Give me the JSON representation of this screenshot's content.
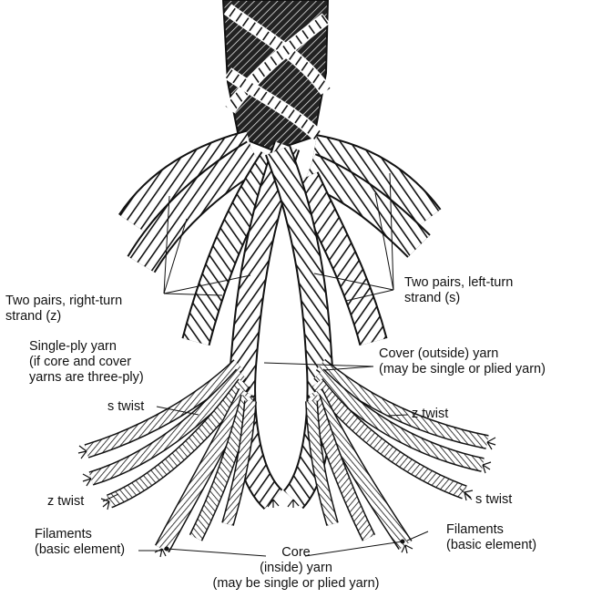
{
  "labels": {
    "right_turn": [
      "Two pairs, right-turn",
      "strand (z)"
    ],
    "left_turn": [
      "Two pairs, left-turn",
      "strand (s)"
    ],
    "single_ply": [
      "Single-ply yarn",
      "(if core and cover",
      "yarns are three-ply)"
    ],
    "cover": [
      "Cover (outside) yarn",
      "(may be single or plied yarn)"
    ],
    "s_twist_left": "s twist",
    "z_twist_right": "z twist",
    "z_twist_left": "z twist",
    "s_twist_right": "s twist",
    "filaments_left": [
      "Filaments",
      "(basic element)"
    ],
    "filaments_right": [
      "Filaments",
      "(basic element)"
    ],
    "core": [
      "Core",
      "(inside) yarn",
      "(may be single or plied yarn)"
    ]
  },
  "colors": {
    "ink": "#111111",
    "paper": "#ffffff"
  }
}
